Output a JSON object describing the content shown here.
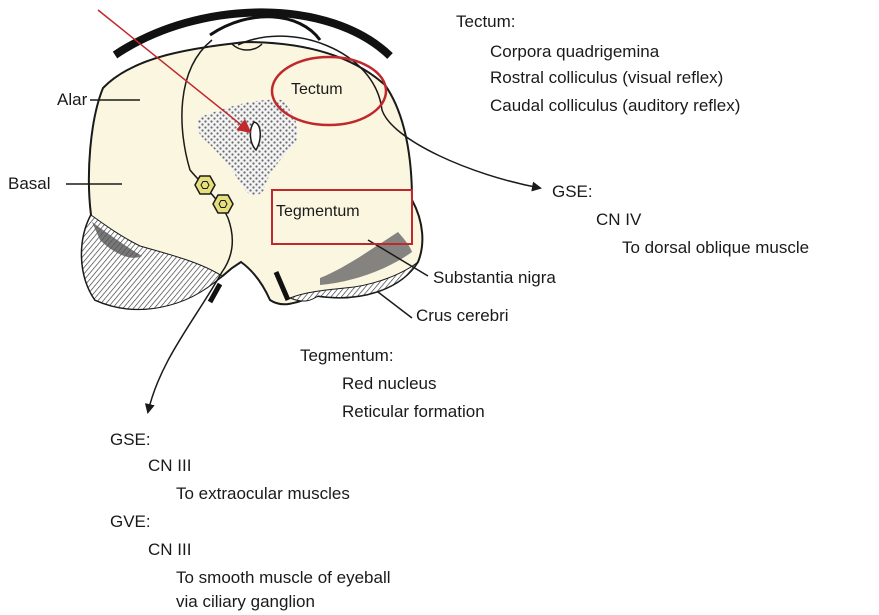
{
  "colors": {
    "tissue": "#fbf6df",
    "outline": "#1a1a1a",
    "highlight": "#c0282c",
    "nucleus": "#e6e07c"
  },
  "labels": {
    "alar": "Alar",
    "basal": "Basal",
    "tectum_inside": "Tectum",
    "tegmentum_inside": "Tegmentum",
    "substantia_nigra": "Substantia nigra",
    "crus_cerebri": "Crus cerebri"
  },
  "tectum_notes": {
    "heading": "Tectum:",
    "items": [
      "Corpora quadrigemina",
      "Rostral colliculus (visual reflex)",
      "Caudal colliculus (auditory reflex)"
    ]
  },
  "gse_right": {
    "heading": "GSE:",
    "nerve": "CN IV",
    "target": "To dorsal oblique muscle"
  },
  "tegmentum_notes": {
    "heading": "Tegmentum:",
    "items": [
      "Red nucleus",
      "Reticular formation"
    ]
  },
  "gse_left": {
    "heading": "GSE:",
    "nerve": "CN III",
    "target": "To extraocular muscles"
  },
  "gve_left": {
    "heading": "GVE:",
    "nerve": "CN III",
    "target_line1": "To smooth muscle of eyeball",
    "target_line2": "via ciliary ganglion"
  }
}
